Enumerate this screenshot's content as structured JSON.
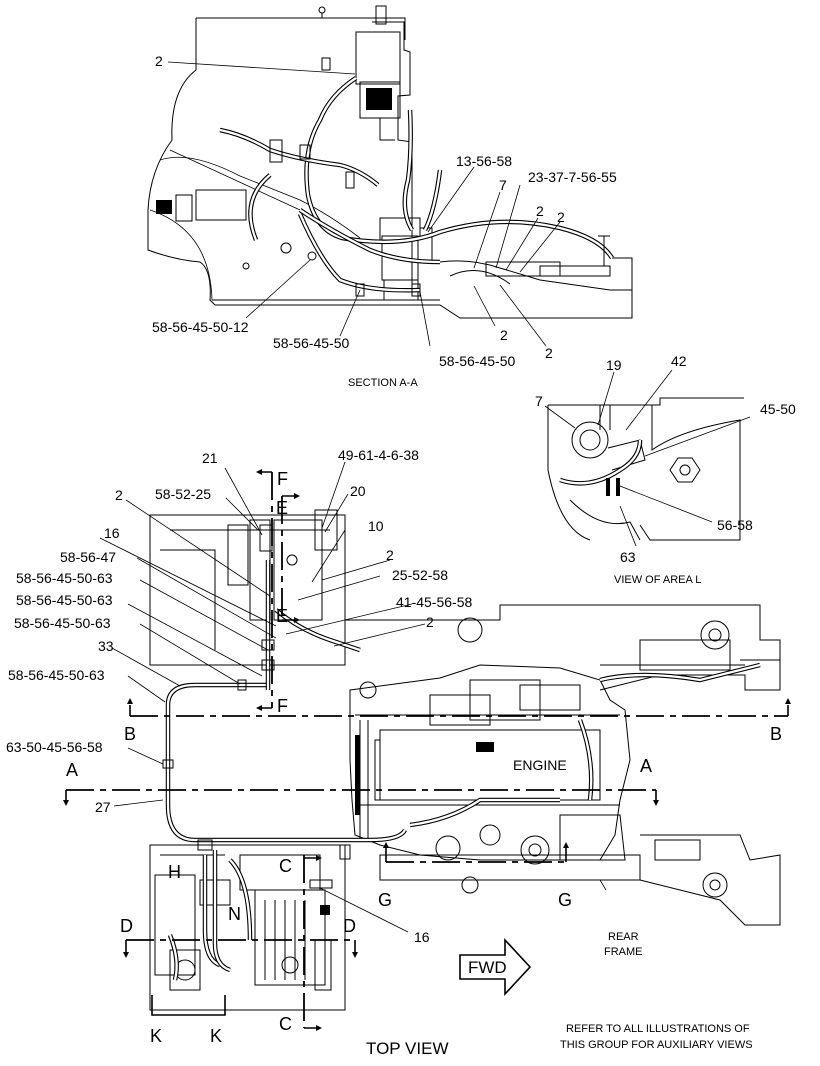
{
  "section_title": "SECTION  A-A",
  "area_title": "VIEW OF AREA  L",
  "top_view_title": "TOP VIEW",
  "engine_label": "ENGINE",
  "fwd_label": "FWD",
  "rear_frame": [
    "REAR",
    "FRAME"
  ],
  "refer_note": [
    "REFER TO ALL ILLUSTRATIONS OF",
    "THIS GROUP FOR AUXILIARY VIEWS"
  ],
  "section_callouts": {
    "c2_top": "2",
    "c13": "13-56-58",
    "c7": "7",
    "c23": "23-37-7-56-55",
    "c2a": "2",
    "c2b": "2",
    "c2c": "2",
    "c2d": "2",
    "c58_12": "58-56-45-50-12",
    "c58_50a": "58-56-45-50",
    "c58_50b": "58-56-45-50"
  },
  "area_callouts": {
    "c7": "7",
    "c19": "19",
    "c42": "42",
    "c4550": "45-50",
    "c5658": "56-58",
    "c63": "63"
  },
  "top_callouts": {
    "c21": "21",
    "c49": "49-61-4-6-38",
    "c20": "20",
    "c2a": "2",
    "c5825": "58-52-25",
    "c10": "10",
    "c16a": "16",
    "c2b": "2",
    "c5847": "58-56-47",
    "c25": "25-52-58",
    "c63a": "58-56-45-50-63",
    "c41": "41-45-56-58",
    "c63b": "58-56-45-50-63",
    "c2c": "2",
    "c63c": "58-56-45-50-63",
    "c33": "33",
    "c63d": "58-56-45-50-63",
    "c6358": "63-50-45-56-58",
    "c27": "27",
    "c16b": "16"
  },
  "section_markers": {
    "A_left": "A",
    "A_right": "A",
    "B_left": "B",
    "B_right": "B",
    "C_top": "C",
    "C_bottom": "C",
    "D_left": "D",
    "D_right": "D",
    "E_top": "E",
    "E_bottom": "E",
    "F_top": "F",
    "F_bottom": "F",
    "G_left": "G",
    "G_right": "G",
    "H": "H",
    "N": "N",
    "K_left": "K",
    "K_right": "K"
  }
}
